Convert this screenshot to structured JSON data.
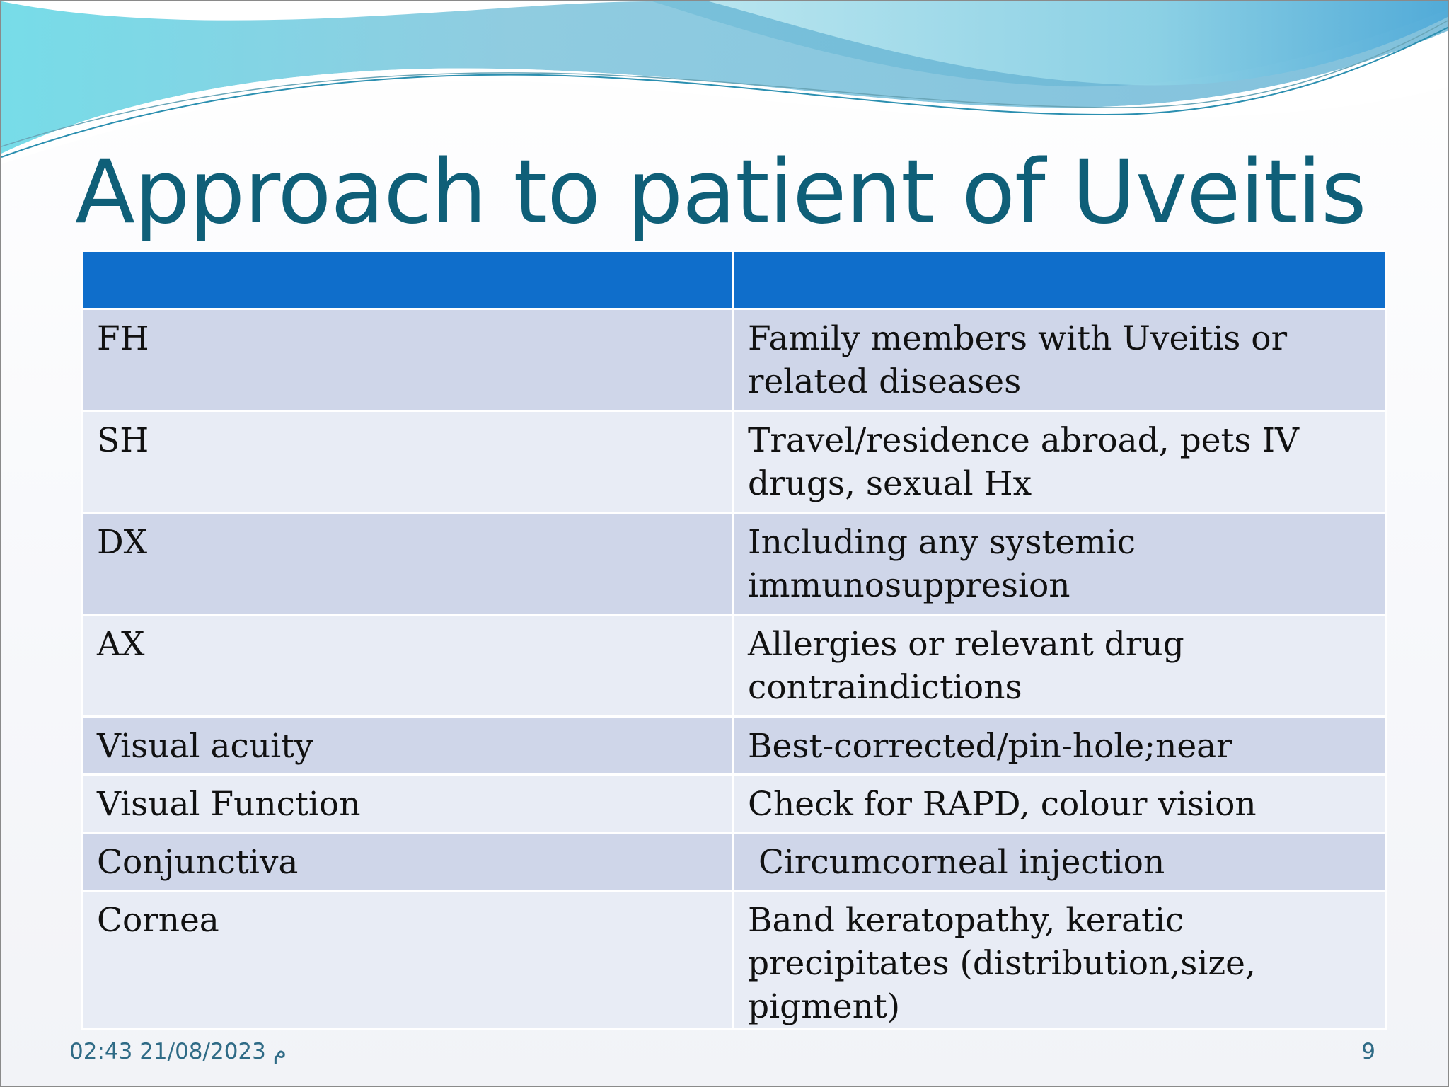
{
  "slide": {
    "title": "Approach to patient of Uveitis",
    "table": {
      "header": [
        "",
        ""
      ],
      "rows": [
        {
          "label": "FH",
          "detail": "Family members with Uveitis or related diseases"
        },
        {
          "label": "SH",
          "detail": "Travel/residence abroad, pets IV drugs, sexual Hx"
        },
        {
          "label": "DX",
          "detail": "Including any systemic immunosuppresion"
        },
        {
          "label": "AX",
          "detail": "Allergies or relevant drug contraindictions"
        },
        {
          "label": "Visual acuity",
          "detail": "Best-corrected/pin-hole;near"
        },
        {
          "label": "Visual Function",
          "detail": "Check for RAPD, colour vision"
        },
        {
          "label": "Conjunctiva",
          "detail": " Circumcorneal injection"
        },
        {
          "label": "Cornea",
          "detail": "Band keratopathy, keratic precipitates (distribution,size, pigment)"
        }
      ]
    },
    "footer": {
      "date": "02:43 21/08/2023 م",
      "page_number": "9"
    }
  },
  "colors": {
    "title": "#0f5f78",
    "header_fill": "#0f6ecb",
    "row_odd": "#cfd6e9",
    "row_even": "#e8ecf5",
    "footer_text": "#2f6b86"
  }
}
